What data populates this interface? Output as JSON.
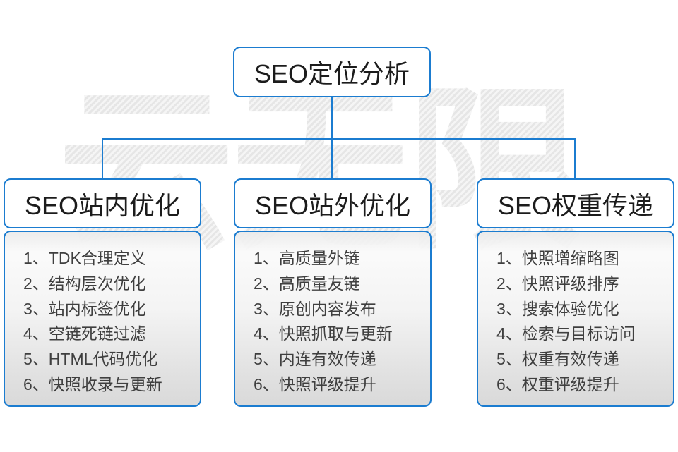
{
  "diagram": {
    "watermark": "云无限",
    "root": {
      "label": "SEO定位分析"
    },
    "branches": [
      {
        "label": "SEO站内优化",
        "items": [
          "1、TDK合理定义",
          "2、结构层次优化",
          "3、站内标签优化",
          "4、空链死链过滤",
          "5、HTML代码优化",
          "6、快照收录与更新"
        ]
      },
      {
        "label": "SEO站外优化",
        "items": [
          "1、高质量外链",
          "2、高质量友链",
          "3、原创内容发布",
          "4、快照抓取与更新",
          "5、内连有效传递",
          "6、快照评级提升"
        ]
      },
      {
        "label": "SEO权重传递",
        "items": [
          "1、快照增缩略图",
          "2、快照评级排序",
          "3、搜索体验优化",
          "4、检索与目标访问",
          "5、权重有效传递",
          "6、权重评级提升"
        ]
      }
    ],
    "colors": {
      "accent": "#1b7cd0",
      "watermark_gray": "#ebebeb"
    }
  }
}
